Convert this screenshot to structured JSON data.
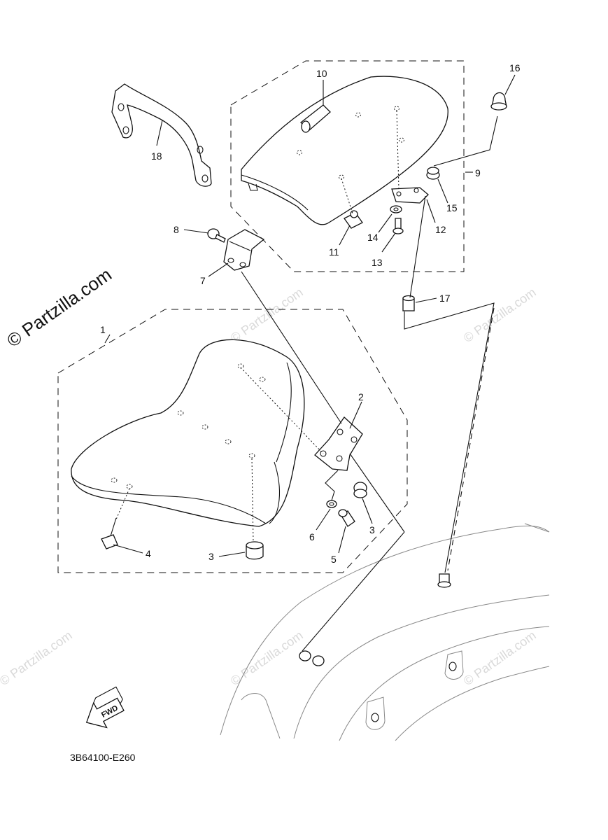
{
  "diagram": {
    "callouts": [
      "1",
      "2",
      "3",
      "3",
      "4",
      "5",
      "6",
      "7",
      "8",
      "9",
      "10",
      "11",
      "12",
      "13",
      "14",
      "15",
      "16",
      "17",
      "18"
    ],
    "watermark_main": "© Partzilla.com",
    "watermark_faint": "© Partzilla.com",
    "fwd_label": "FWD",
    "drawing_code": "3B64100-E260"
  }
}
